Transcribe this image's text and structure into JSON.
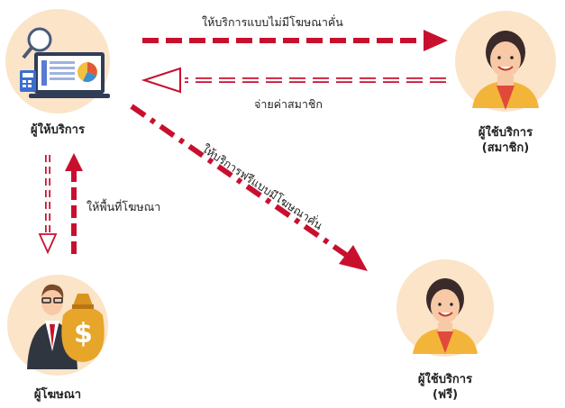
{
  "colors": {
    "accent": "#c8102e",
    "circle": "#fbe4c8",
    "character_shirt": "#f3b43a"
  },
  "nodes": {
    "provider": {
      "label": "ผู้ให้บริการ",
      "icon": "laptop-dashboard-icon"
    },
    "member": {
      "label_line1": "ผู้ใช้บริการ",
      "label_line2": "(สมาชิก)",
      "icon": "woman-avatar-icon"
    },
    "advertiser": {
      "label": "ผู้โฆษณา",
      "icon": "businessman-money-bag-icon"
    },
    "free_user": {
      "label_line1": "ผู้ใช้บริการ",
      "label_line2": "(ฟรี)",
      "icon": "woman-avatar-icon"
    }
  },
  "arrows": {
    "service_no_ads": "ให้บริการแบบไม่มีโฆษณาคั่น",
    "membership_fee": "จ่ายค่าสมาชิก",
    "free_with_ads": "ให้บริการฟรีแบบมีโฆษณาคั่น",
    "ad_space": "ให้พื้นที่โฆษณา"
  }
}
